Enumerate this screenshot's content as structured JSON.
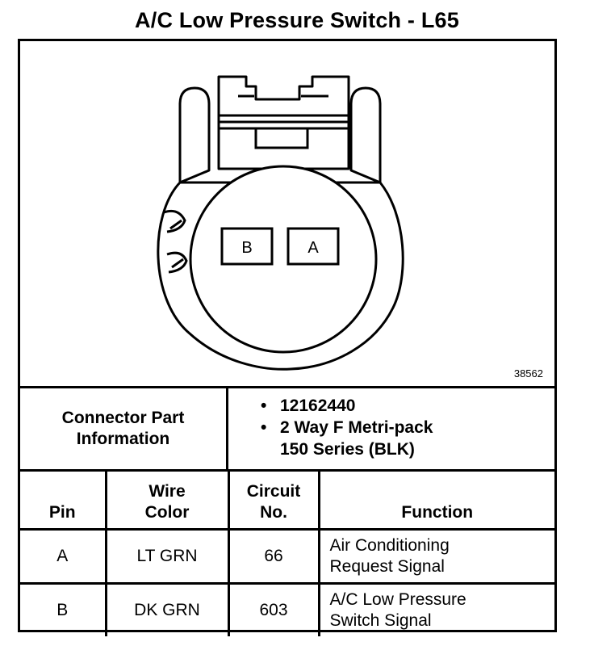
{
  "title": "A/C Low Pressure Switch - L65",
  "diagram": {
    "figure_number": "38562",
    "terminal_labels": [
      "B",
      "A"
    ]
  },
  "connector": {
    "label": "Connector Part Information",
    "part_number": "12162440",
    "description_line1": "2 Way F Metri-pack",
    "description_line2": "150 Series (BLK)"
  },
  "table": {
    "headers": {
      "pin": "Pin",
      "wire_color": "Wire Color",
      "circuit_no": "Circuit No.",
      "function": "Function"
    },
    "rows": [
      {
        "pin": "A",
        "wire_color": "LT GRN",
        "circuit": "66",
        "function_line1": "Air Conditioning",
        "function_line2": "Request Signal"
      },
      {
        "pin": "B",
        "wire_color": "DK GRN",
        "circuit": "603",
        "function_line1": "A/C Low Pressure",
        "function_line2": "Switch Signal"
      }
    ]
  }
}
